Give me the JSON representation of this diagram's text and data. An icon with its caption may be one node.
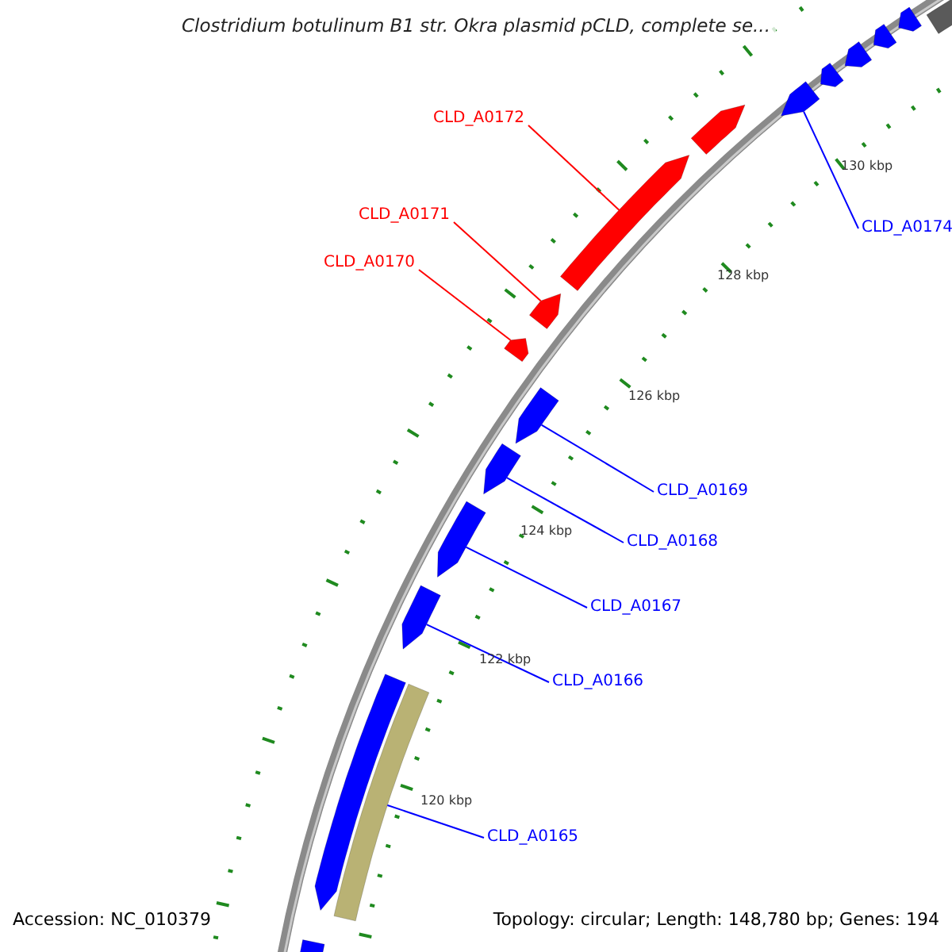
{
  "diagram": {
    "title": "Clostridium botulinum B1 str. Okra plasmid pCLD, complete se...",
    "nodes": [
      {
        "text": [
          "CLD_A0172"
        ]
      },
      {
        "text": [],
        "shape": "arrow"
      },
      {
        "text": [
          "CLD_A0171"
        ]
      },
      {
        "text": [],
        "shape": "arrow"
      },
      {
        "text": [
          "CLD_A0170"
        ]
      },
      {
        "text": [],
        "shape": "arrow"
      },
      {
        "text": [
          "CLD_A0174"
        ]
      },
      {
        "text": [],
        "shape": "arrow"
      },
      {
        "text": [
          "CLD_A0169"
        ]
      },
      {
        "text": [],
        "shape": "arrow"
      },
      {
        "text": [
          "CLD_A0168"
        ]
      },
      {
        "text": [],
        "shape": "arrow"
      },
      {
        "text": [
          "CLD_A0167"
        ]
      },
      {
        "text": [],
        "shape": "arrow"
      },
      {
        "text": [
          "CLD_A0166"
        ]
      },
      {
        "text": [],
        "shape": "arrow"
      },
      {
        "text": [
          "CLD_A0165"
        ]
      },
      {
        "text": [],
        "shape": "bar"
      },
      {
        "text": [],
        "shape": "arrow"
      }
    ],
    "edges": [
      {
        "from": 0,
        "to": 1,
        "arrow": "none",
        "color": "#ff0000"
      },
      {
        "from": 2,
        "to": 3,
        "arrow": "none",
        "color": "#ff0000"
      },
      {
        "from": 4,
        "to": 5,
        "arrow": "none",
        "color": "#ff0000"
      },
      {
        "from": 6,
        "to": 7,
        "arrow": "none"
      },
      {
        "from": 8,
        "to": 9,
        "arrow": "none"
      },
      {
        "from": 10,
        "to": 11,
        "arrow": "none"
      },
      {
        "from": 12,
        "to": 13,
        "arrow": "none"
      },
      {
        "from": 14,
        "to": 15,
        "arrow": "none"
      },
      {
        "from": 16,
        "to": 17,
        "arrow": "none"
      }
    ],
    "labels": [
      "130 kbp",
      "128 kbp",
      "126 kbp",
      "124 kbp",
      "122 kbp",
      "120 kbp",
      "Accession: NC_010379",
      "Topology: circular; Length: 148,780 bp; Genes: 194"
    ]
  }
}
